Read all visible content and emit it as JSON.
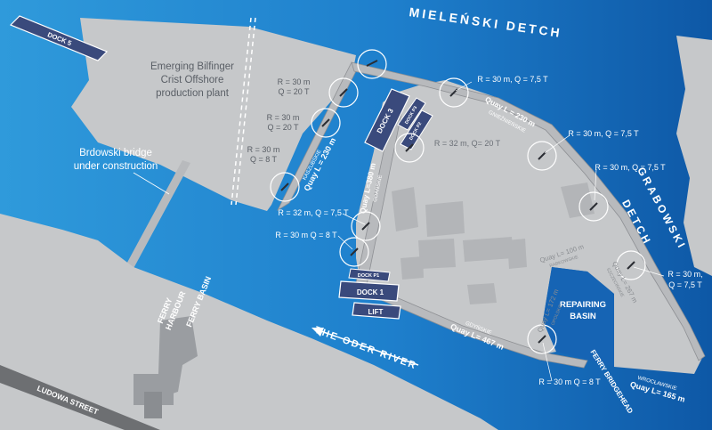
{
  "colors": {
    "water_dark": "#0f5aa8",
    "water_light": "#3fa6de",
    "land": "#c6c8ca",
    "land_dark": "#a9abae",
    "building": "#b3b5b8",
    "dock": "#3a4a7c",
    "dock_border": "#ffffff",
    "text_dark": "#555a60",
    "text_white": "#ffffff",
    "road": "#6d6f72"
  },
  "icons": {
    "crane": "crane-radius-marker",
    "arrow": "river-flow-arrow"
  },
  "water": {
    "mielenski": "MIELEŃSKI DETCH",
    "grabowski_1": "GRABOWSKI",
    "grabowski_2": "DETCH",
    "river": "THE ODER RIVER"
  },
  "places": {
    "bilfinger_1": "Emerging Bilfinger",
    "bilfinger_2": "Crist Offshore",
    "bilfinger_3": "production plant",
    "bridge_1": "Brdowski bridge",
    "bridge_2": "under construction",
    "ferry_harbour_1": "FERRY",
    "ferry_harbour_2": "HARBOUR",
    "ferry_basin": "FERRY BASIN",
    "repairing_1": "REPAIRING",
    "repairing_2": "BASIN",
    "ferry_bridgehead": "FERRY BRIDGEHEAD",
    "street": "LUDOWA STREET"
  },
  "docks": {
    "dock5": "DOCK 5",
    "dock3": "DOCK 3",
    "dockp3": "DOCK P3",
    "dockp2": "DOCK P2",
    "dockp1": "DOCK P1",
    "dock1": "DOCK 1",
    "lift": "LIFT"
  },
  "quays": {
    "kaszubskie_name": "KASZUBSKIE",
    "kaszubskie_len": "Quay L = 230 m",
    "gdanskie_name": "GDAŃSKIE",
    "gdanskie_len": "Quay L=380 m",
    "gnieznienskie_name": "GNIEŹNIEŃSKIE",
    "gnieznienskie_len": "Quay L = 230 m",
    "gdynskie_name": "GDYŃSKIE",
    "gdynskie_len": "Quay L= 467 m",
    "wroclawskie_name": "WROCŁAWSKIE",
    "wroclawskie_len": "Quay L= 165 m",
    "rabkowskie_name": "RABKOWSKIE",
    "rabkowskie_len": "Quay L= 100 m",
    "inner_name": "OPOLSKIE",
    "inner_len": "Quay L= 172 m",
    "mid_name": "SZCZECIŃSKIE",
    "mid_len": "Quay L= 267 m"
  },
  "cranes": {
    "c1": "R = 30 m",
    "c1b": "Q = 20 T",
    "c2": "R = 30 m",
    "c2b": "Q = 20 T",
    "c3": "R = 30 m",
    "c3b": "Q = 8 T",
    "c4": "R = 32 m, Q = 7,5 T",
    "c5": "R = 30 m Q = 8 T",
    "c6": "R = 30 m, Q = 7,5 T",
    "c7": "R = 32 m, Q= 20 T",
    "c8": "R = 30 m, Q = 7,5 T",
    "c9": "R = 30 m, Q = 7,5 T",
    "c10a": "R = 30 m,",
    "c10b": "Q = 7,5 T",
    "c11": "R = 30 m Q = 8 T"
  }
}
